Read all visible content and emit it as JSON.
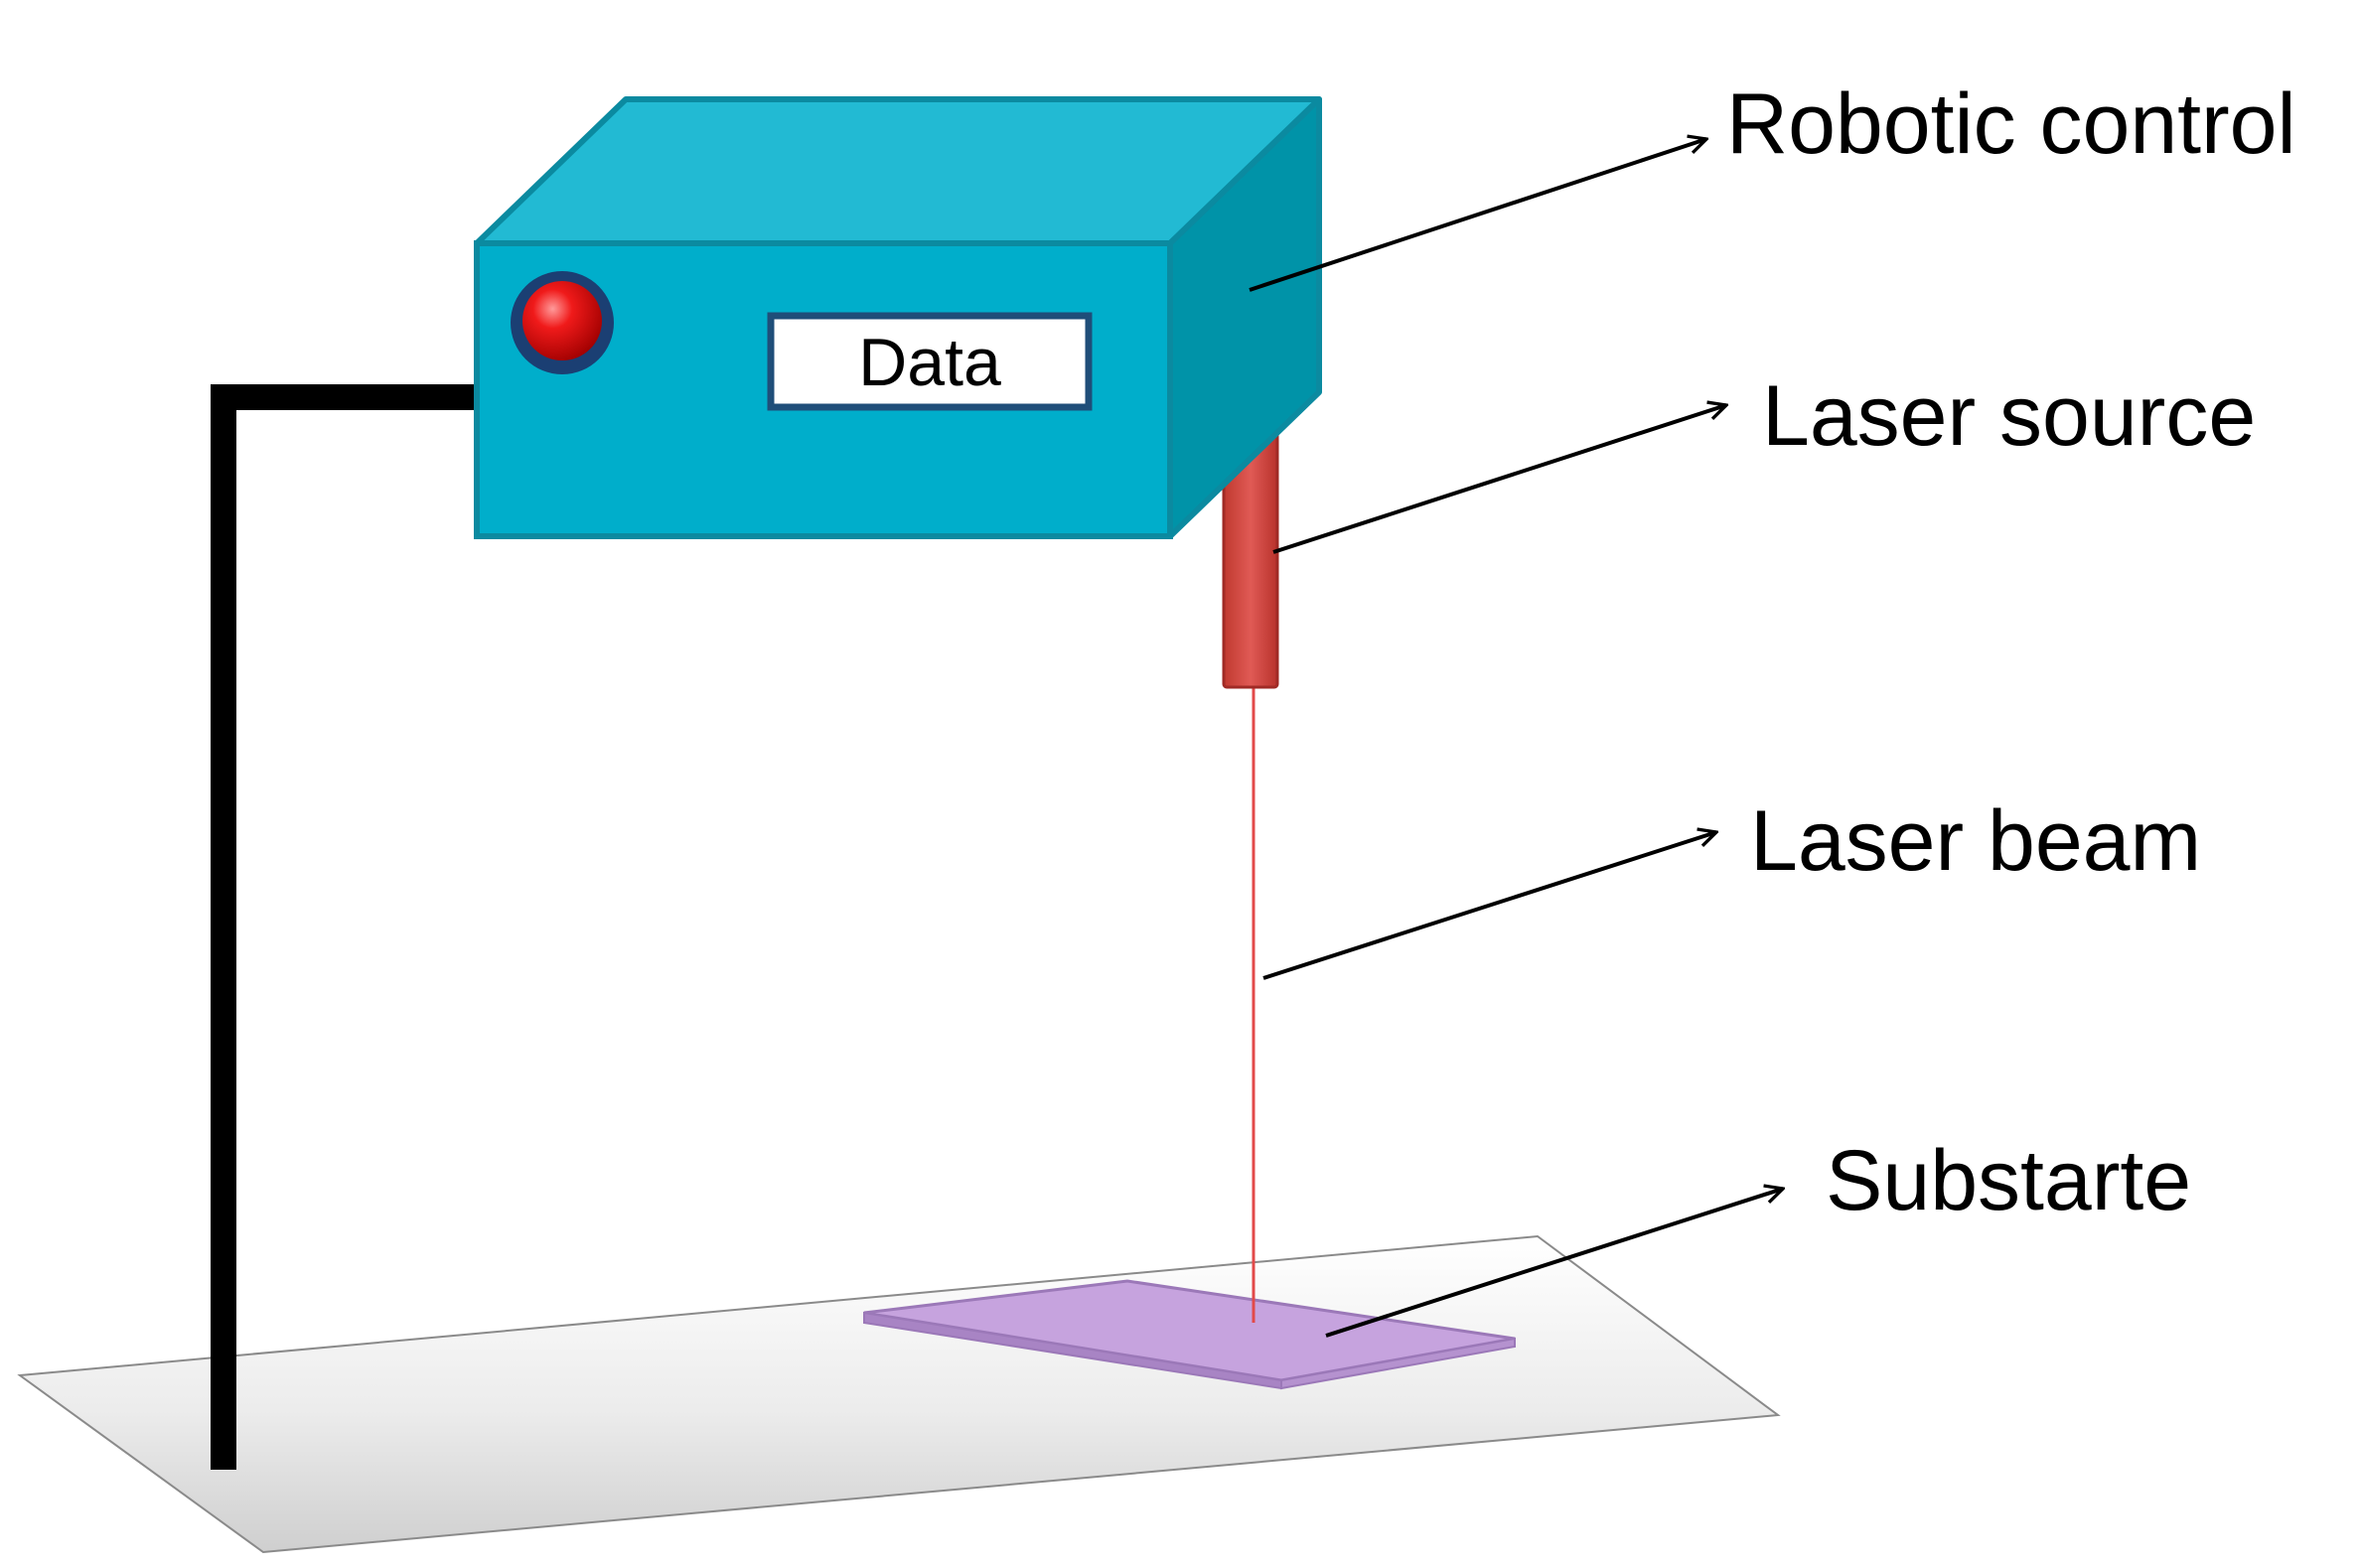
{
  "device": {
    "display_label": "Data",
    "body_color": "#00AECB",
    "top_color": "#22BAD3",
    "side_color": "#0093A8",
    "edge_color": "#0B8AA0",
    "indicator_color": "#E8161B"
  },
  "laser": {
    "source_color": "#D9534F",
    "beam_color": "#E24A4A"
  },
  "substrate": {
    "color": "#C8A4E0"
  },
  "labels": {
    "robotic_control": "Robotic control",
    "laser_source": "Laser source",
    "laser_beam": "Laser beam",
    "substrate": "Substarte"
  }
}
